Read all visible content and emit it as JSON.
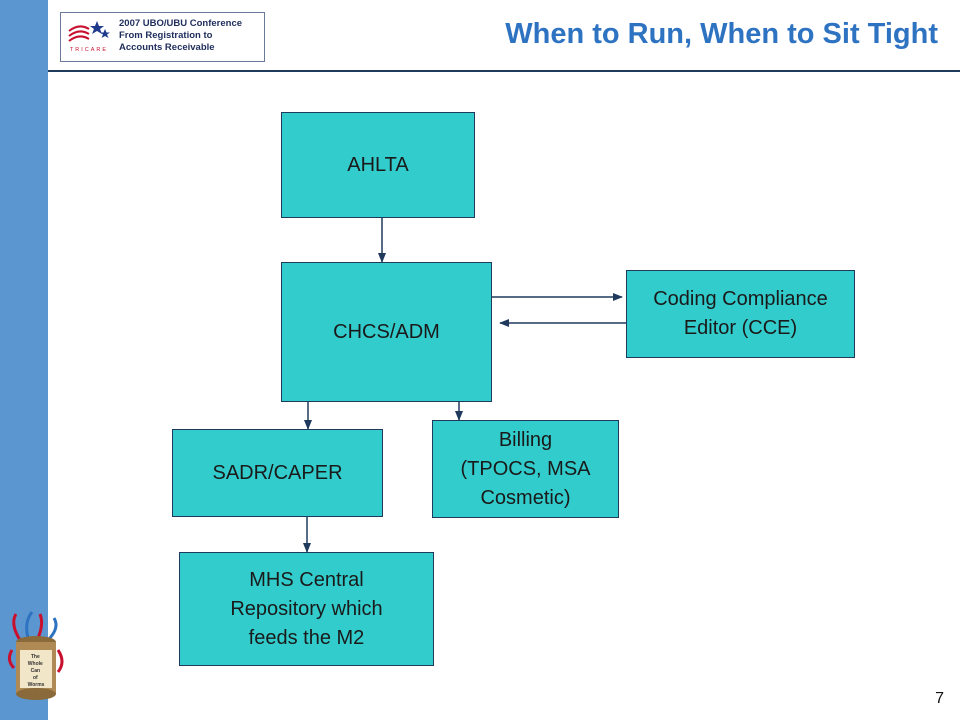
{
  "header": {
    "conference_lines": [
      "2007 UBO/UBU Conference",
      "From Registration to",
      "Accounts Receivable"
    ],
    "title": "When to Run, When to Sit Tight"
  },
  "logo": {
    "wordmark": "TRICARE"
  },
  "mascot": {
    "label_lines": [
      "The",
      "Whole",
      "Can",
      "of",
      "Worms"
    ]
  },
  "diagram": {
    "nodes": [
      {
        "id": "ahlta",
        "label": "AHLTA"
      },
      {
        "id": "chcs",
        "label": "CHCS/ADM"
      },
      {
        "id": "cce",
        "label": "Coding Compliance\nEditor (CCE)"
      },
      {
        "id": "sadr",
        "label": "SADR/CAPER"
      },
      {
        "id": "billing",
        "label": "Billing\n(TPOCS, MSA\nCosmetic)"
      },
      {
        "id": "mhs",
        "label": "MHS Central\nRepository which\nfeeds the M2"
      }
    ],
    "edges": [
      {
        "from": "ahlta",
        "to": "chcs"
      },
      {
        "from": "chcs",
        "to": "cce"
      },
      {
        "from": "cce",
        "to": "chcs"
      },
      {
        "from": "chcs",
        "to": "sadr"
      },
      {
        "from": "chcs",
        "to": "billing"
      },
      {
        "from": "sadr",
        "to": "mhs"
      }
    ]
  },
  "page_number": "7",
  "colors": {
    "sidebar": "#5b96d0",
    "title": "#2e73c2",
    "header_rule": "#1f3a5c",
    "node_fill": "#33cccc",
    "edge": "#1f3a5c"
  }
}
